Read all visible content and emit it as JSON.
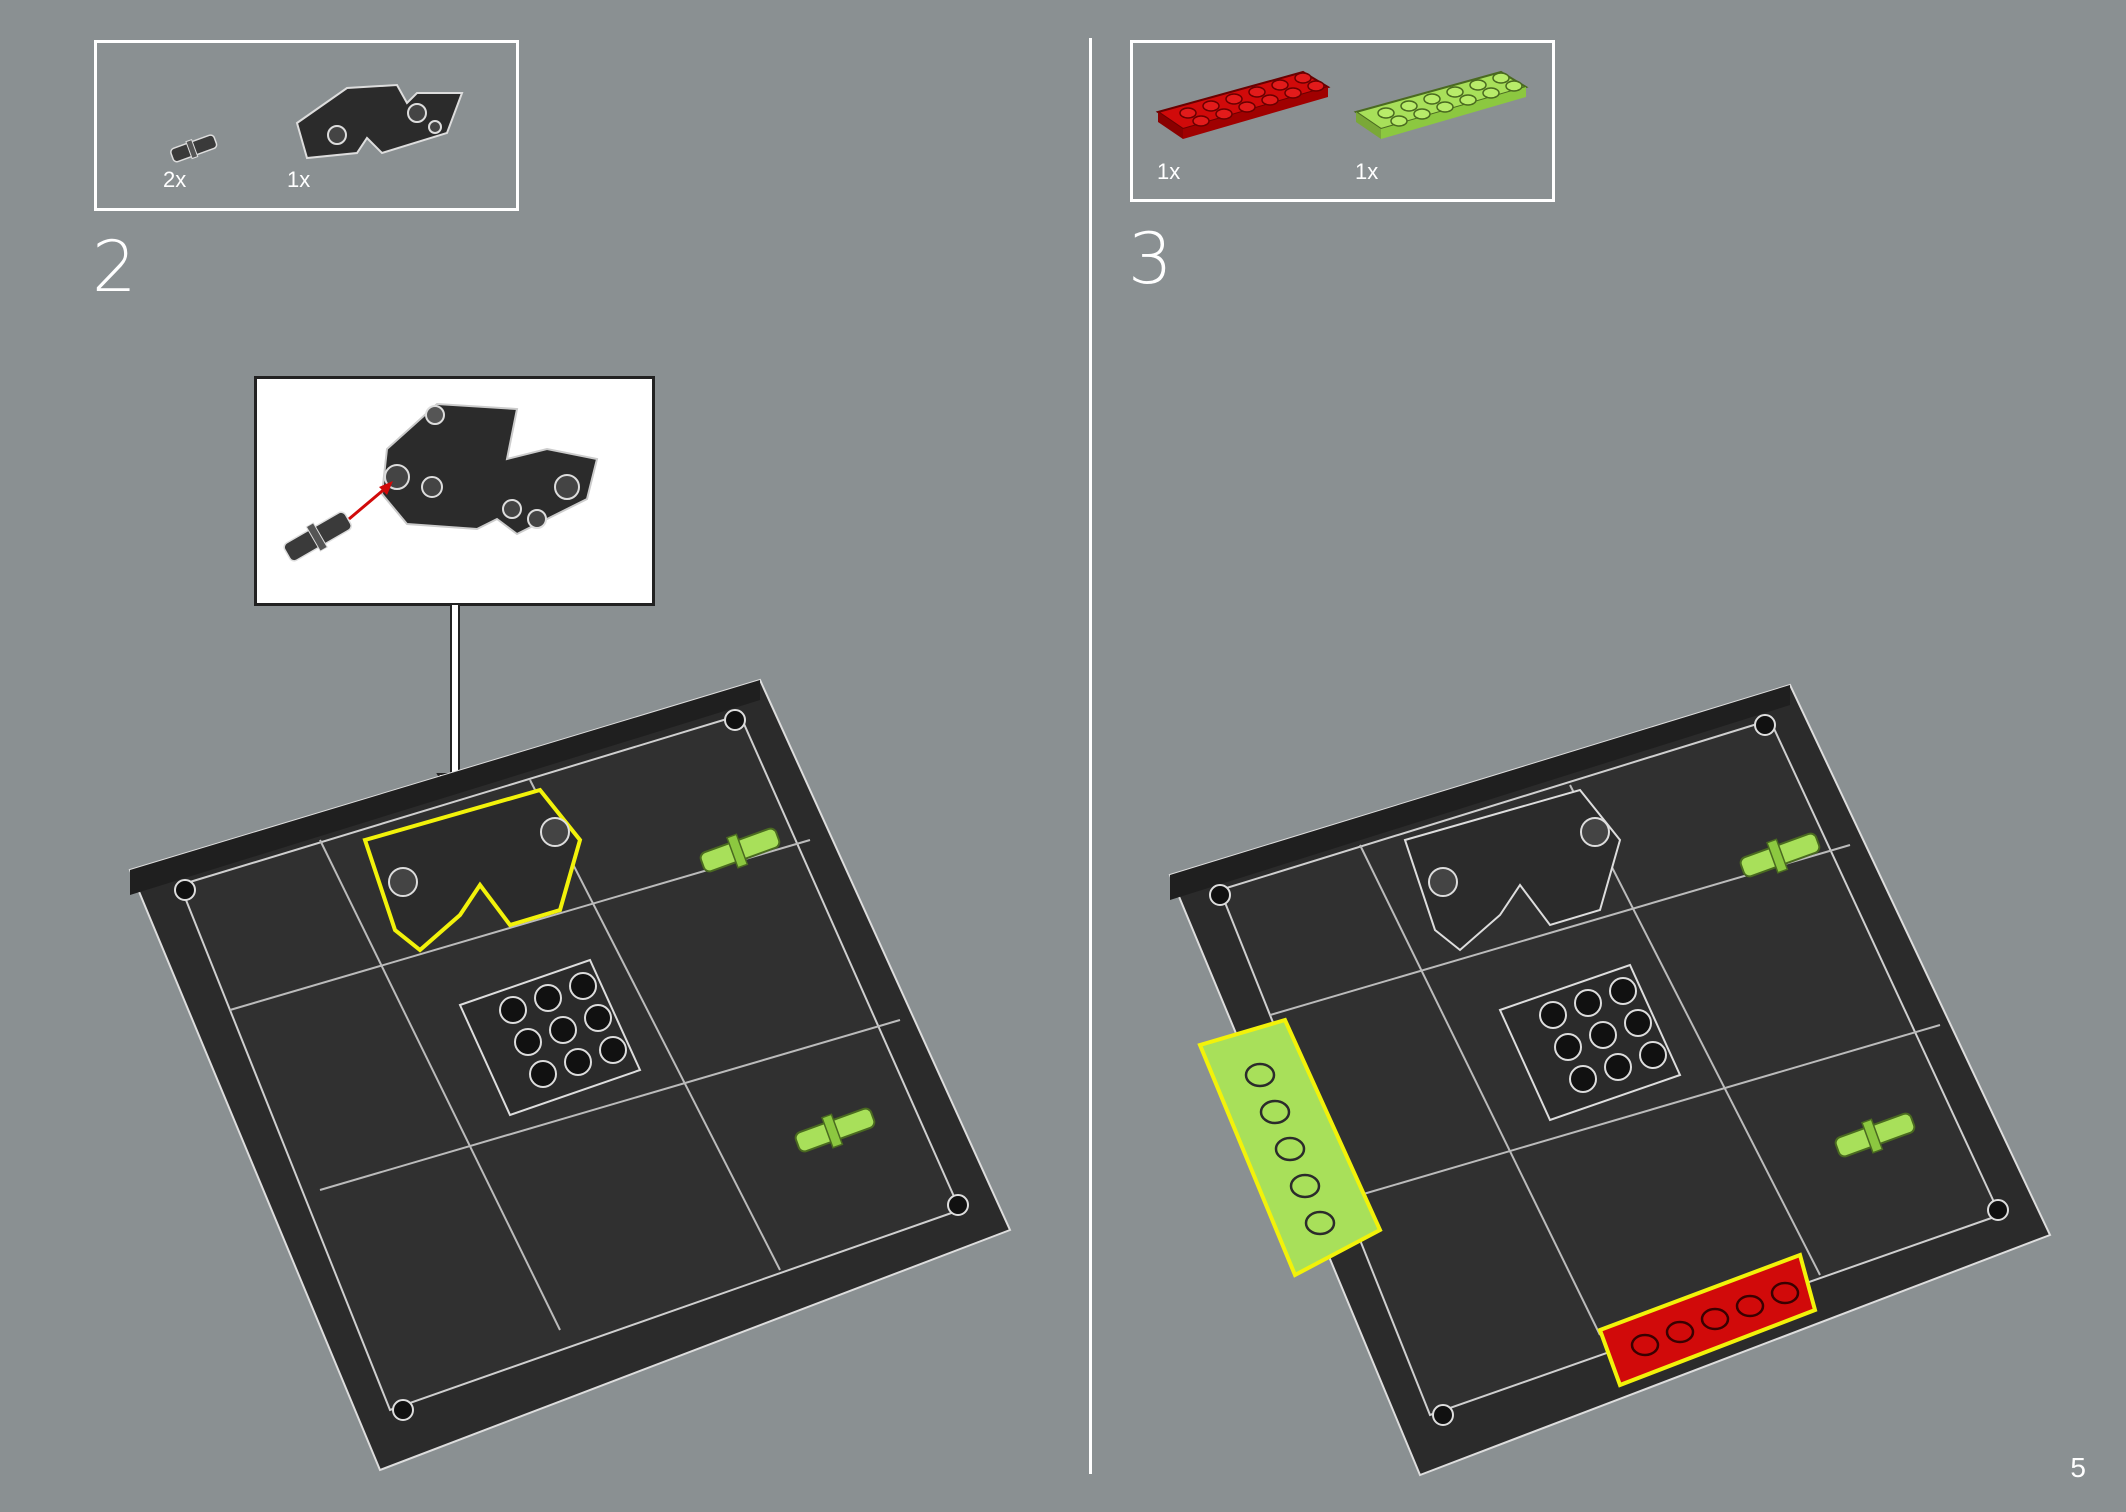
{
  "steps": [
    {
      "number": "2",
      "parts": [
        {
          "qty": "2x",
          "icon": "connector-pin-icon",
          "color": "#3a3a3a"
        },
        {
          "qty": "1x",
          "icon": "beam-frame-icon",
          "color": "#2b2b2b"
        }
      ]
    },
    {
      "number": "3",
      "parts": [
        {
          "qty": "1x",
          "icon": "red-plate-icon",
          "color": "#d10a0a"
        },
        {
          "qty": "1x",
          "icon": "lime-plate-icon",
          "color": "#a8e05a"
        }
      ]
    }
  ],
  "colors": {
    "background": "#8a9092",
    "base": "#2b2b2b",
    "highlight": "#f2f20a",
    "lime": "#a8e05a",
    "red": "#d10a0a"
  },
  "page_number": "5"
}
